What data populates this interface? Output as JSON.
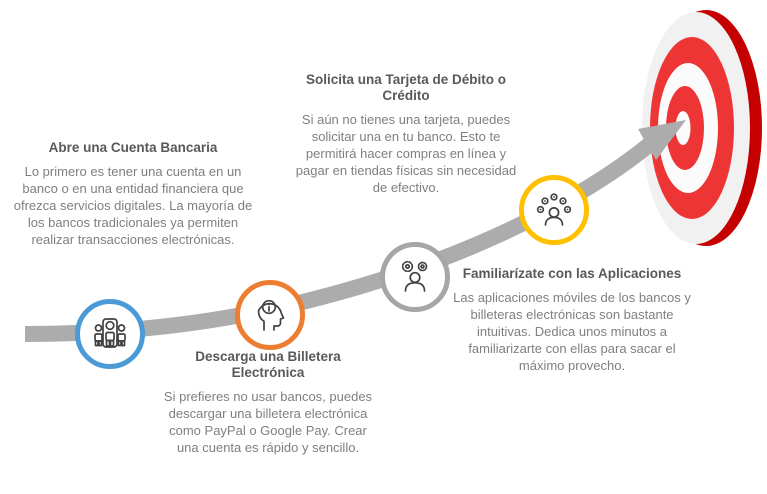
{
  "diagram": {
    "type": "process-roadmap-infographic",
    "language": "es",
    "goal_icon": "bullseye-target",
    "arrow_icon": "curved-growth-arrow"
  },
  "colors": {
    "arrow_gray": "#acacac",
    "heading_text": "#595959",
    "body_text": "#7f7f7f",
    "target_red": "#ee3535",
    "target_dark_red": "#c40000",
    "target_light": "#f1f1f1",
    "target_white": "#fbfbfb",
    "icon_stroke": "#404040",
    "background": "#ffffff"
  },
  "steps": [
    {
      "title": "Abre una Cuenta Bancaria",
      "body": "Lo primero es tener una cuenta en un banco o en una entidad financiera que ofrezca servicios digitales. La mayoría de los bancos tradicionales ya permiten realizar transacciones electrónicas.",
      "icon": "people-group-icon",
      "accent": "#4a9ad5"
    },
    {
      "title": "Descarga una Billetera Electrónica",
      "body": "Si prefieres no usar bancos, puedes descargar una billetera electrónica como PayPal o Google Pay. Crear una cuenta es rápido y sencillo.",
      "icon": "head-idea-info-icon",
      "accent": "#ed7d31"
    },
    {
      "title": "Solicita una Tarjeta de Débito o Crédito",
      "body": "Si aún no tienes una tarjeta, puedes solicitar una en tu banco. Esto te permitirá hacer compras en línea y pagar en tiendas físicas sin necesidad de efectivo.",
      "icon": "person-gears-icon",
      "accent": "#a6a6a6"
    },
    {
      "title": "Familiarízate con las Aplicaciones",
      "body": "Las aplicaciones móviles de los bancos y billeteras electrónicas son bastante intuitivas. Dedica unos minutos a familiarizarte con ellas para sacar el máximo provecho.",
      "icon": "person-options-icon",
      "accent": "#ffc000"
    }
  ]
}
